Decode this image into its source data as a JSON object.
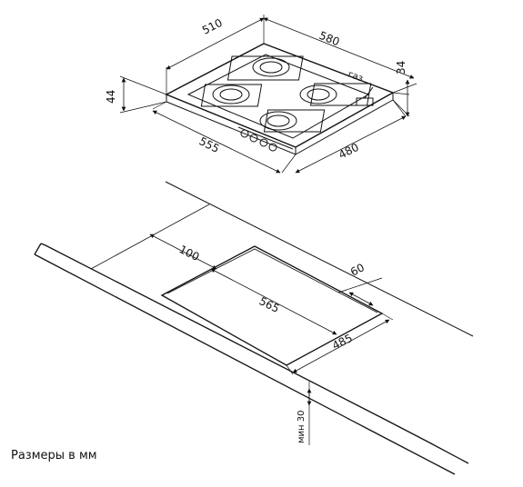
{
  "hob": {
    "width_top": "510",
    "depth_top": "580",
    "height_left": "44",
    "height_right": "34",
    "outer_width": "555",
    "outer_depth": "480",
    "gas_label": "газ"
  },
  "cutout": {
    "edge_offset": "100",
    "back_offset": "60",
    "length": "565",
    "width": "485",
    "min_thickness": "мин 30"
  },
  "caption": "Размеры в мм"
}
